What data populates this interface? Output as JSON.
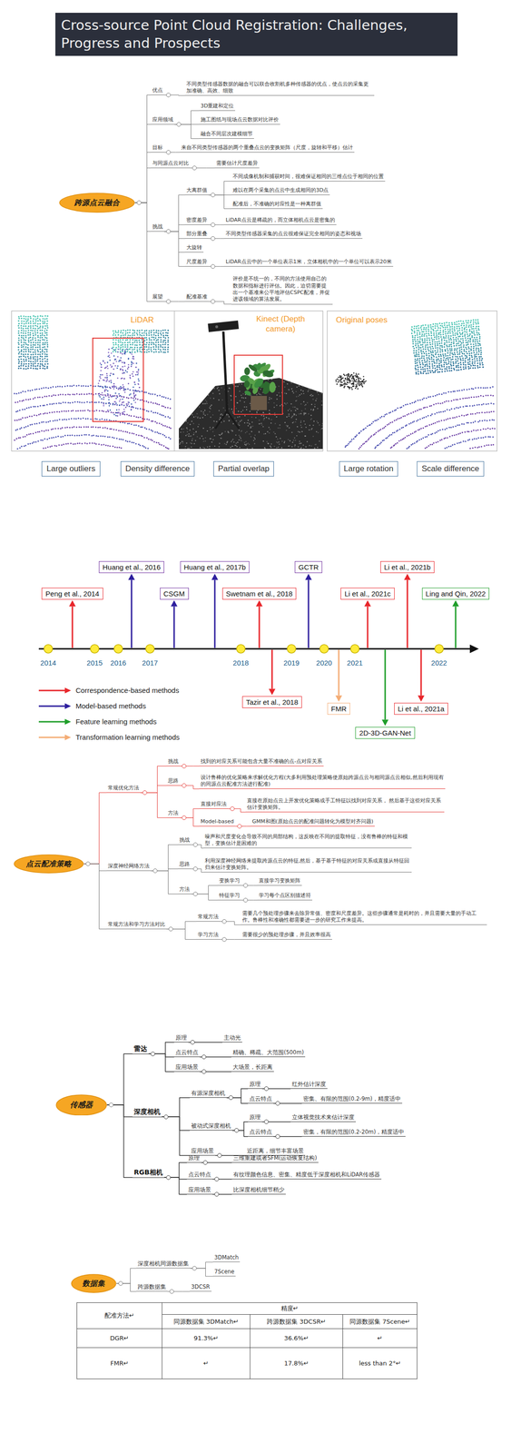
{
  "diagram": {
    "title": "Cross-source Point Cloud Registration: Challenges, Progress and Prospects",
    "nodes": [
      {
        "text": [
          "跨源点云融合"
        ]
      },
      {
        "text": [
          "优点"
        ]
      },
      {
        "text": [
          "不同类型传感器数据的融合可以联合收割机多种传感器的优点，使点云的采集更加准确、高效、细致"
        ]
      },
      {
        "text": [
          "应用领域"
        ]
      },
      {
        "text": [
          "3D重建和定位"
        ]
      },
      {
        "text": [
          "施工图纸与现场点云数据对比评价"
        ]
      },
      {
        "text": [
          "融合不同层次建模细节"
        ]
      },
      {
        "text": [
          "目标"
        ]
      },
      {
        "text": [
          "来自不同类型传感器的两个重叠点云的变换矩阵（尺度，旋转和平移）估计"
        ]
      },
      {
        "text": [
          "与同源点云对比"
        ]
      },
      {
        "text": [
          "需要估计尺度差异"
        ]
      },
      {
        "text": [
          "挑战"
        ]
      },
      {
        "text": [
          "大离群值"
        ]
      },
      {
        "text": [
          "不同成像机制和捕获时间，很难保证相同的三维点位于相同的位置"
        ]
      },
      {
        "text": [
          "难以在两个采集的点云中生成相同的3D点"
        ]
      },
      {
        "text": [
          "配准后，不准确的对应性是一种离群值"
        ]
      },
      {
        "text": [
          "密度差异"
        ]
      },
      {
        "text": [
          "LiDAR点云是稀疏的，而立体相机点云是密集的"
        ]
      },
      {
        "text": [
          "部分重叠"
        ]
      },
      {
        "text": [
          "不同类型传感器采集的点云很难保证完全相同的姿态和视场"
        ]
      },
      {
        "text": [
          "大旋转"
        ]
      },
      {
        "text": [
          "尺度差异"
        ]
      },
      {
        "text": [
          "LiDAR点云中的一个单位表示1米，立体相机中的一个单位可以表示20米"
        ]
      },
      {
        "text": [
          "展望"
        ]
      },
      {
        "text": [
          "配准基准"
        ]
      },
      {
        "text": [
          "评价是不统一的，不同的方法使用自己的数据和指标进行评估。因此，迫切需要提出一个基准来公平地评估CSPC配准，并促进该领域的算法发展。"
        ]
      },
      {
        "text": [
          "LiDAR"
        ]
      },
      {
        "text": [
          "Kinect (Depth camera)"
        ]
      },
      {
        "text": [
          "Original poses"
        ]
      },
      {
        "text": [
          "Large outliers"
        ]
      },
      {
        "text": [
          "Density difference"
        ]
      },
      {
        "text": [
          "Partial overlap"
        ]
      },
      {
        "text": [
          "Large rotation"
        ]
      },
      {
        "text": [
          "Scale difference"
        ]
      },
      {
        "text": [
          "Peng et al., 2014"
        ]
      },
      {
        "text": [
          "Huang et al., 2016"
        ]
      },
      {
        "text": [
          "CSGM"
        ]
      },
      {
        "text": [
          "Huang et al., 2017b"
        ]
      },
      {
        "text": [
          "Swetnam et al., 2018"
        ]
      },
      {
        "text": [
          "GCTR"
        ]
      },
      {
        "text": [
          "Li et al., 2021c"
        ]
      },
      {
        "text": [
          "Li et al., 2021b"
        ]
      },
      {
        "text": [
          "Ling and Qin, 2022"
        ]
      },
      {
        "text": [
          "Tazir et al., 2018"
        ]
      },
      {
        "text": [
          "FMR"
        ]
      },
      {
        "text": [
          "2D-3D-GAN-Net"
        ]
      },
      {
        "text": [
          "Li et al., 2021a"
        ]
      },
      {
        "text": [
          "点云配准策略"
        ]
      },
      {
        "text": [
          "常规优化方法"
        ]
      },
      {
        "text": [
          "挑战"
        ]
      },
      {
        "text": [
          "找到的对应关系可能包含大量不准确的点-点对应关系"
        ]
      },
      {
        "text": [
          "思路"
        ]
      },
      {
        "text": [
          "设计鲁棒的优化策略来求解优化方程(大多利用预处理策略使原始跨源点云与相同源点云相似,然后利用现有的同源点云配准方法进行配准)"
        ]
      },
      {
        "text": [
          "方法"
        ]
      },
      {
        "text": [
          "直接对应法"
        ]
      },
      {
        "text": [
          "直接在原始点云上开发优化策略或手工特征以找到对应关系， 然后基于这些对应关系估计变换矩阵。"
        ]
      },
      {
        "text": [
          "Model-based"
        ]
      },
      {
        "text": [
          "GMM和图(原始点云的配准问题转化为模型对齐问题)"
        ]
      },
      {
        "text": [
          "深度神经网络方法"
        ]
      },
      {
        "text": [
          "挑战"
        ]
      },
      {
        "text": [
          "噪声和尺度变化会导致不同的局部结构，这反映在不同的提取特征，没有鲁棒的特征和模型，变换估计是困难的"
        ]
      },
      {
        "text": [
          "思路"
        ]
      },
      {
        "text": [
          "利用深度神经网络来提取跨源点云的特征,然后，基于基于特征的对应关系或直接从特征回归来估计变换矩阵。"
        ]
      },
      {
        "text": [
          "方法"
        ]
      },
      {
        "text": [
          "变换学习"
        ]
      },
      {
        "text": [
          "直接学习变换矩阵"
        ]
      },
      {
        "text": [
          "特征学习"
        ]
      },
      {
        "text": [
          "学习每个点区别描述符"
        ]
      },
      {
        "text": [
          "常规方法和学习方法对比"
        ]
      },
      {
        "text": [
          "常规方法"
        ]
      },
      {
        "text": [
          "需要几个预处理步骤来去除异常值、密度和尺度差异。这些步骤通常是耗时的，并且需要大量的手动工作。鲁棒性和准确性都需要进一步的研究工作来提高。"
        ]
      },
      {
        "text": [
          "学习方法"
        ]
      },
      {
        "text": [
          "需要很少的预处理步骤，并且效率很高"
        ]
      },
      {
        "text": [
          "传感器"
        ]
      },
      {
        "text": [
          "雷达"
        ]
      },
      {
        "text": [
          "原理"
        ]
      },
      {
        "text": [
          "主动光"
        ]
      },
      {
        "text": [
          "点云特点"
        ]
      },
      {
        "text": [
          "精确、稀疏、大范围(500m)"
        ]
      },
      {
        "text": [
          "应用场景"
        ]
      },
      {
        "text": [
          "大场景，长距离"
        ]
      },
      {
        "text": [
          "深度相机"
        ]
      },
      {
        "text": [
          "有源深度相机"
        ]
      },
      {
        "text": [
          "原理"
        ]
      },
      {
        "text": [
          "红外估计深度"
        ]
      },
      {
        "text": [
          "点云特点"
        ]
      },
      {
        "text": [
          "密集、有限的范围(0.2-9m)，精度适中"
        ]
      },
      {
        "text": [
          "被动式深度相机"
        ]
      },
      {
        "text": [
          "原理"
        ]
      },
      {
        "text": [
          "立体视觉技术来估计深度"
        ]
      },
      {
        "text": [
          "点云特点"
        ]
      },
      {
        "text": [
          "密集，有限的范围(0.2-20m)，精度适中"
        ]
      },
      {
        "text": [
          "应用场景"
        ]
      },
      {
        "text": [
          "近距离，细节丰富场景"
        ]
      },
      {
        "text": [
          "RGB相机"
        ]
      },
      {
        "text": [
          "原理"
        ]
      },
      {
        "text": [
          "三维重建或者SFM(运动恢复结构)"
        ]
      },
      {
        "text": [
          "点云特点"
        ]
      },
      {
        "text": [
          "有纹理颜色信息、密集、精度低于深度相机和LiDAR传感器"
        ]
      },
      {
        "text": [
          "应用场景"
        ]
      },
      {
        "text": [
          "比深度相机细节稍少"
        ]
      },
      {
        "text": [
          "数据集"
        ]
      },
      {
        "text": [
          "深度相机同源数据集"
        ]
      },
      {
        "text": [
          "3DMatch"
        ]
      },
      {
        "text": [
          "7Scene"
        ]
      },
      {
        "text": [
          "跨源数据集"
        ]
      },
      {
        "text": [
          "3DCSR"
        ]
      }
    ],
    "edges": [
      {
        "from": 0,
        "to": 1,
        "arrow": "none"
      },
      {
        "from": 1,
        "to": 2,
        "arrow": "none"
      },
      {
        "from": 0,
        "to": 3,
        "arrow": "none"
      },
      {
        "from": 3,
        "to": 4,
        "arrow": "none"
      },
      {
        "from": 3,
        "to": 5,
        "arrow": "none"
      },
      {
        "from": 3,
        "to": 6,
        "arrow": "none"
      },
      {
        "from": 0,
        "to": 7,
        "arrow": "none"
      },
      {
        "from": 7,
        "to": 8,
        "arrow": "none"
      },
      {
        "from": 0,
        "to": 9,
        "arrow": "none"
      },
      {
        "from": 9,
        "to": 10,
        "arrow": "none"
      },
      {
        "from": 0,
        "to": 11,
        "arrow": "none"
      },
      {
        "from": 11,
        "to": 12,
        "arrow": "none"
      },
      {
        "from": 12,
        "to": 13,
        "arrow": "none"
      },
      {
        "from": 12,
        "to": 14,
        "arrow": "none"
      },
      {
        "from": 12,
        "to": 15,
        "arrow": "none"
      },
      {
        "from": 11,
        "to": 16,
        "arrow": "none"
      },
      {
        "from": 16,
        "to": 17,
        "arrow": "none"
      },
      {
        "from": 11,
        "to": 18,
        "arrow": "none"
      },
      {
        "from": 18,
        "to": 19,
        "arrow": "none"
      },
      {
        "from": 11,
        "to": 20,
        "arrow": "none"
      },
      {
        "from": 11,
        "to": 21,
        "arrow": "none"
      },
      {
        "from": 21,
        "to": 22,
        "arrow": "none"
      },
      {
        "from": 0,
        "to": 23,
        "arrow": "none"
      },
      {
        "from": 23,
        "to": 24,
        "arrow": "none"
      },
      {
        "from": 24,
        "to": 25,
        "arrow": "none"
      },
      {
        "from": 47,
        "to": 48,
        "arrow": "none"
      },
      {
        "from": 48,
        "to": 49,
        "arrow": "none"
      },
      {
        "from": 49,
        "to": 50,
        "arrow": "none"
      },
      {
        "from": 48,
        "to": 51,
        "arrow": "none"
      },
      {
        "from": 51,
        "to": 52,
        "arrow": "none"
      },
      {
        "from": 48,
        "to": 53,
        "arrow": "none"
      },
      {
        "from": 53,
        "to": 54,
        "arrow": "none"
      },
      {
        "from": 54,
        "to": 55,
        "arrow": "none"
      },
      {
        "from": 53,
        "to": 56,
        "arrow": "none"
      },
      {
        "from": 56,
        "to": 57,
        "arrow": "none"
      },
      {
        "from": 47,
        "to": 58,
        "arrow": "none"
      },
      {
        "from": 58,
        "to": 59,
        "arrow": "none"
      },
      {
        "from": 59,
        "to": 60,
        "arrow": "none"
      },
      {
        "from": 58,
        "to": 61,
        "arrow": "none"
      },
      {
        "from": 61,
        "to": 62,
        "arrow": "none"
      },
      {
        "from": 58,
        "to": 63,
        "arrow": "none"
      },
      {
        "from": 63,
        "to": 64,
        "arrow": "none"
      },
      {
        "from": 64,
        "to": 65,
        "arrow": "none"
      },
      {
        "from": 63,
        "to": 66,
        "arrow": "none"
      },
      {
        "from": 66,
        "to": 67,
        "arrow": "none"
      },
      {
        "from": 47,
        "to": 68,
        "arrow": "none"
      },
      {
        "from": 68,
        "to": 69,
        "arrow": "none"
      },
      {
        "from": 69,
        "to": 70,
        "arrow": "none"
      },
      {
        "from": 68,
        "to": 71,
        "arrow": "none"
      },
      {
        "from": 71,
        "to": 72,
        "arrow": "none"
      },
      {
        "from": 73,
        "to": 74,
        "arrow": "none"
      },
      {
        "from": 74,
        "to": 75,
        "arrow": "none"
      },
      {
        "from": 75,
        "to": 76,
        "arrow": "none"
      },
      {
        "from": 74,
        "to": 77,
        "arrow": "none"
      },
      {
        "from": 77,
        "to": 78,
        "arrow": "none"
      },
      {
        "from": 74,
        "to": 79,
        "arrow": "none"
      },
      {
        "from": 79,
        "to": 80,
        "arrow": "none"
      },
      {
        "from": 73,
        "to": 81,
        "arrow": "none"
      },
      {
        "from": 81,
        "to": 82,
        "arrow": "none"
      },
      {
        "from": 82,
        "to": 83,
        "arrow": "none"
      },
      {
        "from": 83,
        "to": 84,
        "arrow": "none"
      },
      {
        "from": 82,
        "to": 85,
        "arrow": "none"
      },
      {
        "from": 85,
        "to": 86,
        "arrow": "none"
      },
      {
        "from": 81,
        "to": 87,
        "arrow": "none"
      },
      {
        "from": 87,
        "to": 88,
        "arrow": "none"
      },
      {
        "from": 88,
        "to": 89,
        "arrow": "none"
      },
      {
        "from": 87,
        "to": 90,
        "arrow": "none"
      },
      {
        "from": 90,
        "to": 91,
        "arrow": "none"
      },
      {
        "from": 81,
        "to": 92,
        "arrow": "none"
      },
      {
        "from": 92,
        "to": 93,
        "arrow": "none"
      },
      {
        "from": 73,
        "to": 94,
        "arrow": "none"
      },
      {
        "from": 94,
        "to": 95,
        "arrow": "none"
      },
      {
        "from": 95,
        "to": 96,
        "arrow": "none"
      },
      {
        "from": 94,
        "to": 97,
        "arrow": "none"
      },
      {
        "from": 97,
        "to": 98,
        "arrow": "none"
      },
      {
        "from": 94,
        "to": 99,
        "arrow": "none"
      },
      {
        "from": 99,
        "to": 100,
        "arrow": "none"
      },
      {
        "from": 101,
        "to": 102,
        "arrow": "none"
      },
      {
        "from": 102,
        "to": 103,
        "arrow": "none"
      },
      {
        "from": 102,
        "to": 104,
        "arrow": "none"
      },
      {
        "from": 101,
        "to": 105,
        "arrow": "none"
      },
      {
        "from": 105,
        "to": 106,
        "arrow": "none"
      }
    ],
    "labels": [
      "2014",
      "2015",
      "2016",
      "2017",
      "2018",
      "2019",
      "2020",
      "2021",
      "2022",
      "配准方法↵",
      "精度↵",
      "同源数据集 3DMatch↵",
      "跨源数据集 3DCSR↵",
      "同源数据集 7Scene↵",
      "DGR↵",
      "91.3%↵",
      "36.6%↵",
      "↵",
      "FMR↵",
      "↵",
      "17.8%↵",
      "less than 2°↵"
    ],
    "legend": [
      {
        "text": "Correspondence-based methods"
      },
      {
        "text": "Model-based methods"
      },
      {
        "text": "Feature learning methods"
      },
      {
        "text": "Transformation learning methods"
      }
    ]
  }
}
